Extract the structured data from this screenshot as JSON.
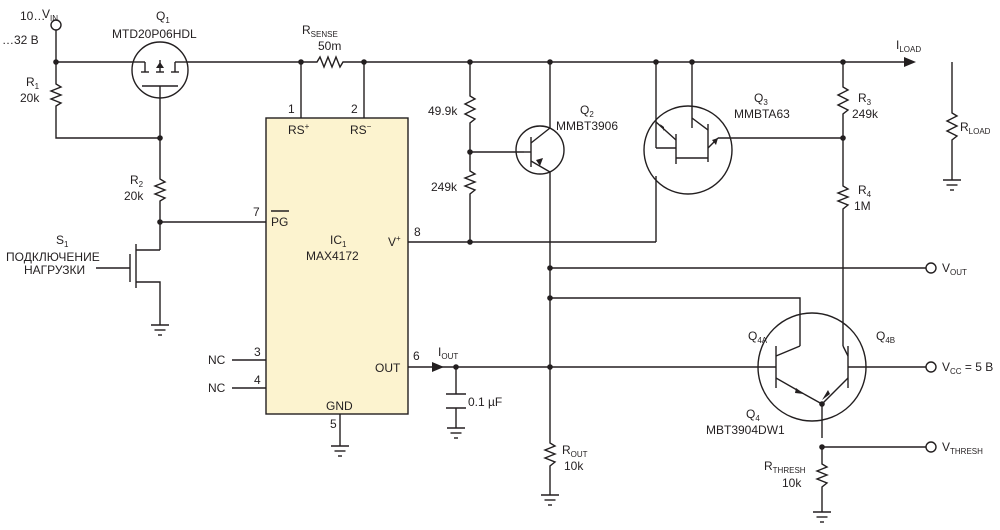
{
  "colors": {
    "wire": "#231f20",
    "ic_fill": "#fcf3cf"
  },
  "vin": {
    "label": "V",
    "sub": "IN",
    "range_line1": "10…",
    "range_line2": "…32 B"
  },
  "q1": {
    "ref": "Q",
    "ref_sub": "1",
    "part": "MTD20P06HDL"
  },
  "rsense": {
    "ref": "R",
    "ref_sub": "SENSE",
    "value": "50m"
  },
  "iload": {
    "label": "I",
    "sub": "LOAD"
  },
  "rload": {
    "label": "R",
    "sub": "LOAD"
  },
  "r1": {
    "ref": "R",
    "ref_sub": "1",
    "value": "20k"
  },
  "r2": {
    "ref": "R",
    "ref_sub": "2",
    "value": "20k"
  },
  "s1": {
    "ref": "S",
    "ref_sub": "1",
    "line1": "ПОДКЛЮЧЕНИЕ",
    "line2": "НАГРУЗКИ"
  },
  "ic1": {
    "ref": "IC",
    "ref_sub": "1",
    "part": "MAX4172",
    "rs_plus": "RS",
    "rs_plus_sup": "+",
    "rs_minus": "RS",
    "rs_minus_sup": "−",
    "pg": "PG",
    "vplus": "V",
    "vplus_sup": "+",
    "out": "OUT",
    "gnd": "GND",
    "pins": {
      "p1": "1",
      "p2": "2",
      "p3": "3",
      "p4": "4",
      "p5": "5",
      "p6": "6",
      "p7": "7",
      "p8": "8"
    }
  },
  "nc": {
    "label": "NC"
  },
  "iout": {
    "label": "I",
    "sub": "OUT"
  },
  "cap": {
    "value": "0.1 µF"
  },
  "r_top": {
    "value": "49.9k"
  },
  "r_bot": {
    "value": "249k"
  },
  "q2": {
    "ref": "Q",
    "ref_sub": "2",
    "part": "MMBT3906"
  },
  "q3": {
    "ref": "Q",
    "ref_sub": "3",
    "part": "MMBTA63"
  },
  "r3": {
    "ref": "R",
    "ref_sub": "3",
    "value": "249k"
  },
  "r4": {
    "ref": "R",
    "ref_sub": "4",
    "value": "1M"
  },
  "rout": {
    "ref": "R",
    "ref_sub": "OUT",
    "value": "10k"
  },
  "vout": {
    "label": "V",
    "sub": "OUT"
  },
  "vcc": {
    "label": "V",
    "sub": "CC",
    "suffix": " = 5 B"
  },
  "vthresh": {
    "label": "V",
    "sub": "THRESH"
  },
  "q4": {
    "ref": "Q",
    "ref_sub": "4",
    "part": "MBT3904DW1",
    "a": "Q",
    "a_sub": "4A",
    "b": "Q",
    "b_sub": "4B"
  },
  "rthresh": {
    "ref": "R",
    "ref_sub": "THRESH",
    "value": "10k"
  }
}
